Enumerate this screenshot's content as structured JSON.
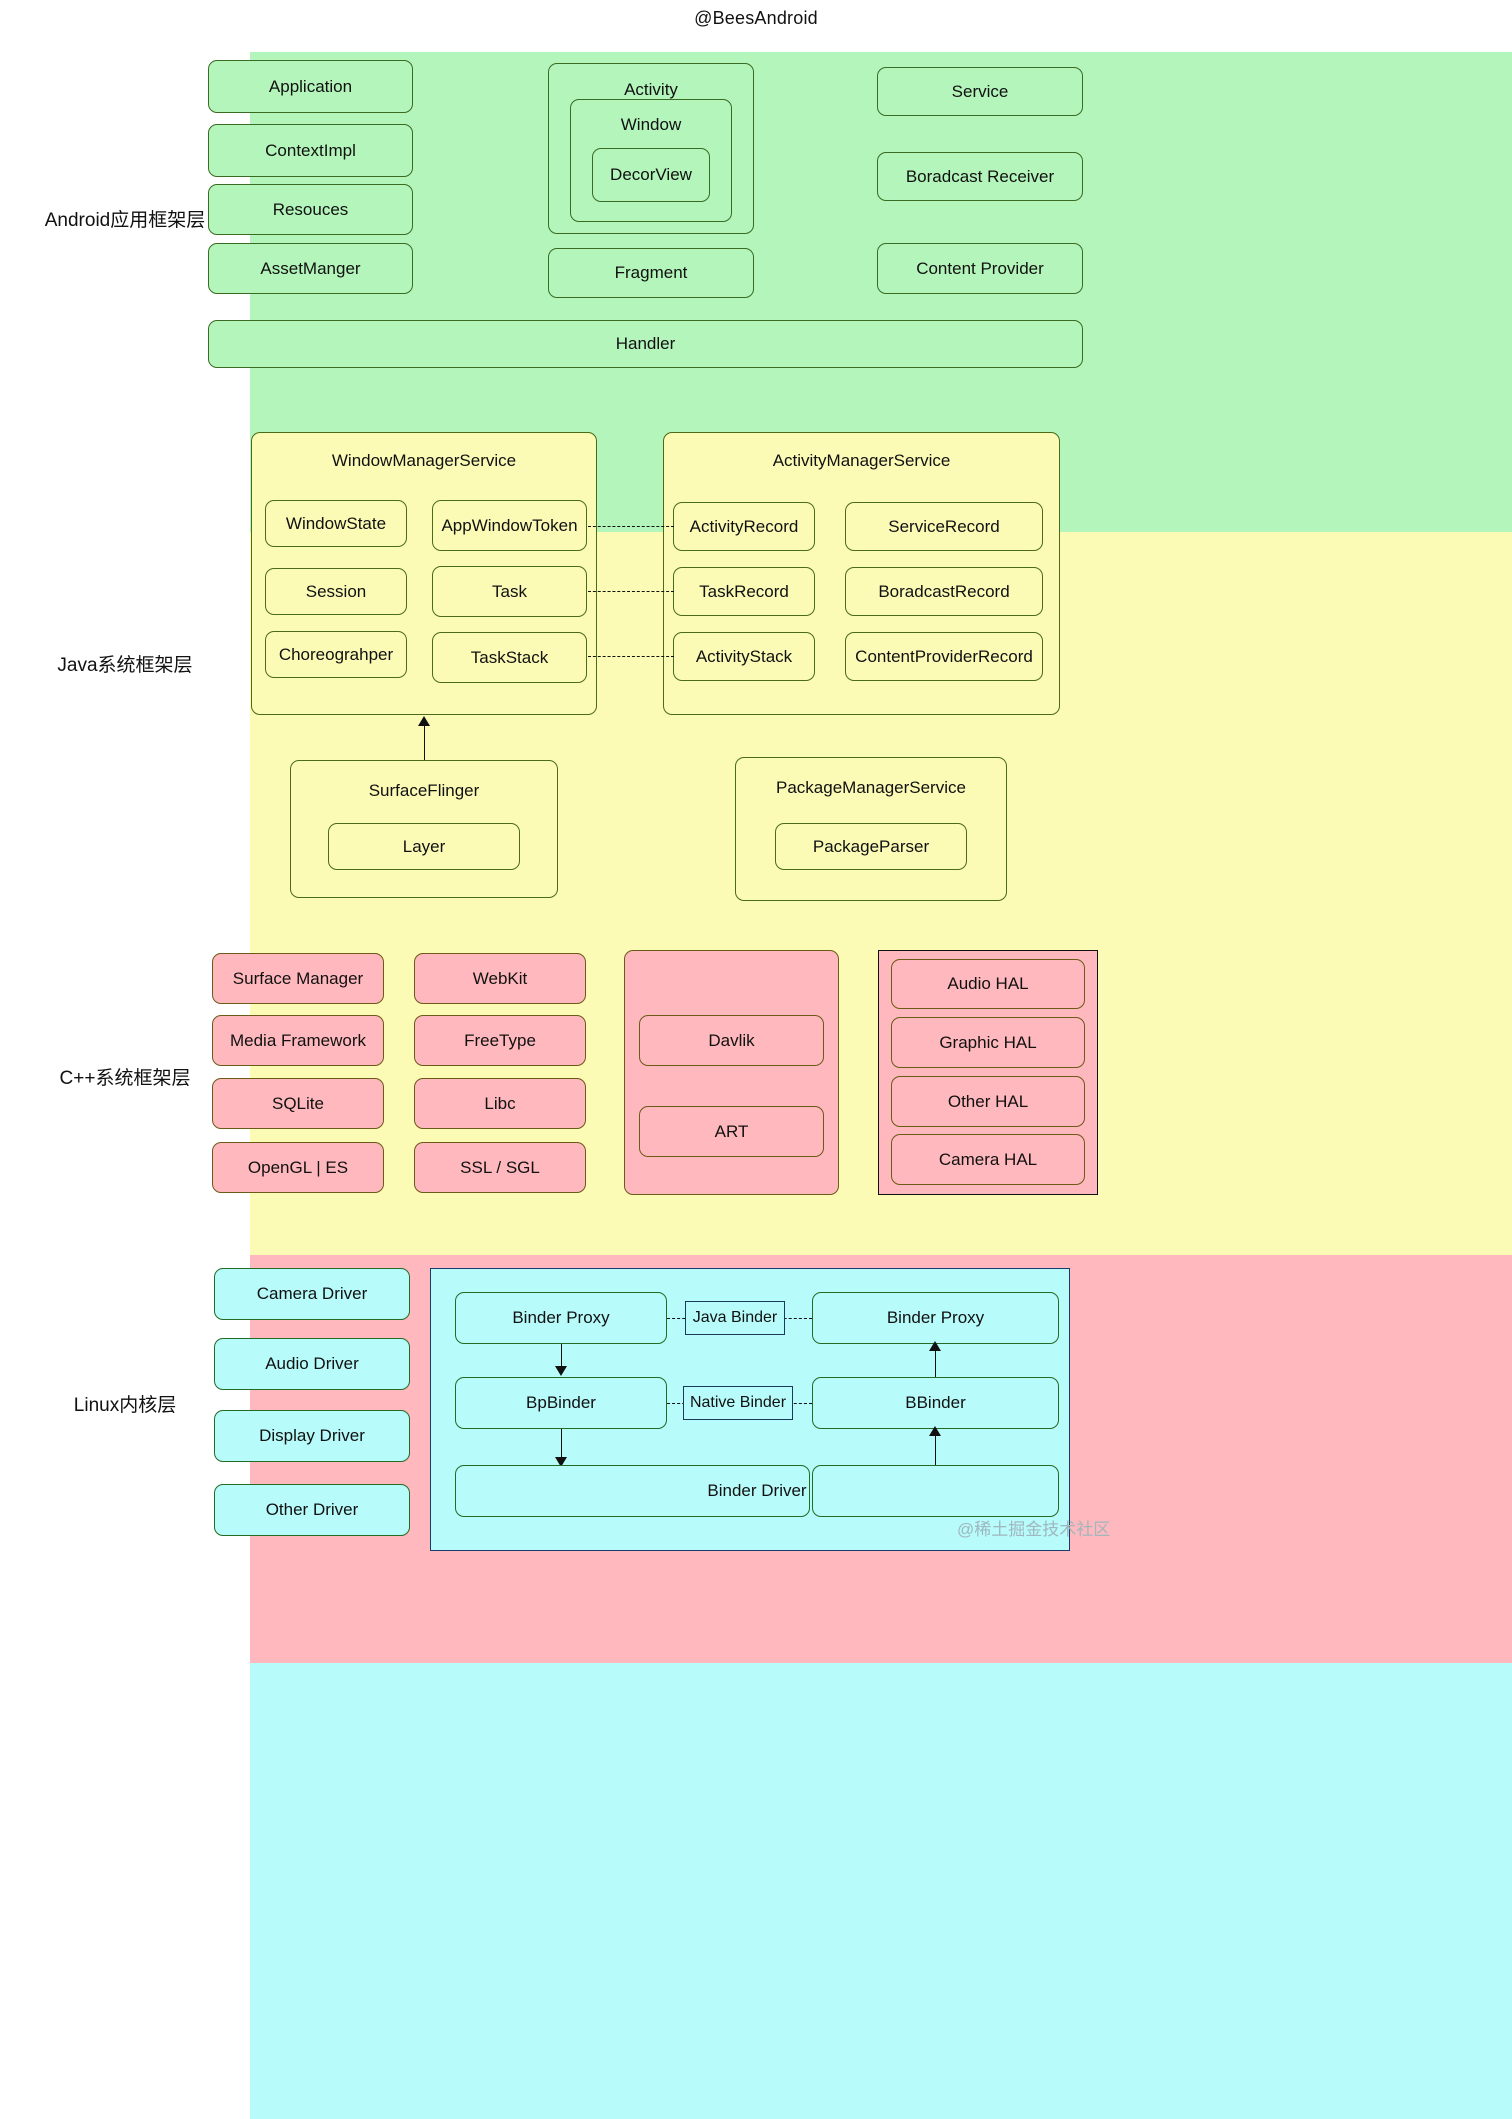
{
  "credit": "@BeesAndroid",
  "watermark": "@稀土掘金技术社区",
  "layers": [
    {
      "id": "app",
      "label": "Android应用框架层"
    },
    {
      "id": "java",
      "label": "Java系统框架层"
    },
    {
      "id": "cpp",
      "label": "C++系统框架层"
    },
    {
      "id": "linux",
      "label": "Linux内核层"
    }
  ],
  "app_layer": {
    "left_column": [
      "Application",
      "ContextImpl",
      "Resouces",
      "AssetManger"
    ],
    "activity": {
      "title": "Activity",
      "window": {
        "title": "Window",
        "child": "DecorView"
      }
    },
    "fragment": "Fragment",
    "right_column": [
      "Service",
      "Boradcast Receiver",
      "Content Provider"
    ],
    "handler": "Handler"
  },
  "java_layer": {
    "wms": {
      "title": "WindowManagerService",
      "col_left": [
        "WindowState",
        "Session",
        "Choreograhper"
      ],
      "col_right": [
        "AppWindowToken",
        "Task",
        "TaskStack"
      ]
    },
    "ams": {
      "title": "ActivityManagerService",
      "col_left": [
        "ActivityRecord",
        "TaskRecord",
        "ActivityStack"
      ],
      "col_right": [
        "ServiceRecord",
        "BoradcastRecord",
        "ContentProviderRecord"
      ]
    },
    "surfaceflinger": {
      "title": "SurfaceFlinger",
      "child": "Layer"
    },
    "pms": {
      "title": "PackageManagerService",
      "child": "PackageParser"
    }
  },
  "cpp_layer": {
    "col1": [
      "Surface Manager",
      "Media Framework",
      "SQLite",
      "OpenGL | ES"
    ],
    "col2": [
      "WebKit",
      "FreeType",
      "Libc",
      "SSL / SGL"
    ],
    "runtime": [
      "Davlik",
      "ART"
    ],
    "hal": [
      "Audio HAL",
      "Graphic HAL",
      "Other HAL",
      "Camera HAL"
    ]
  },
  "linux_layer": {
    "drivers": [
      "Camera Driver",
      "Audio Driver",
      "Display Driver",
      "Other Driver"
    ],
    "binder": {
      "left": [
        "Binder Proxy",
        "BpBinder"
      ],
      "right": [
        "Binder Proxy",
        "BBinder"
      ],
      "chips": [
        "Java Binder",
        "Native Binder"
      ],
      "driver": "Binder Driver"
    }
  },
  "colors": {
    "app_band": "#b3f5ba",
    "java_band": "#fbfbb6",
    "cpp_band": "#ffb8bd",
    "linux_band": "#b7fbfb",
    "node_stroke_green": "#3a6b23",
    "node_stroke_dark": "#1a3a5c"
  }
}
